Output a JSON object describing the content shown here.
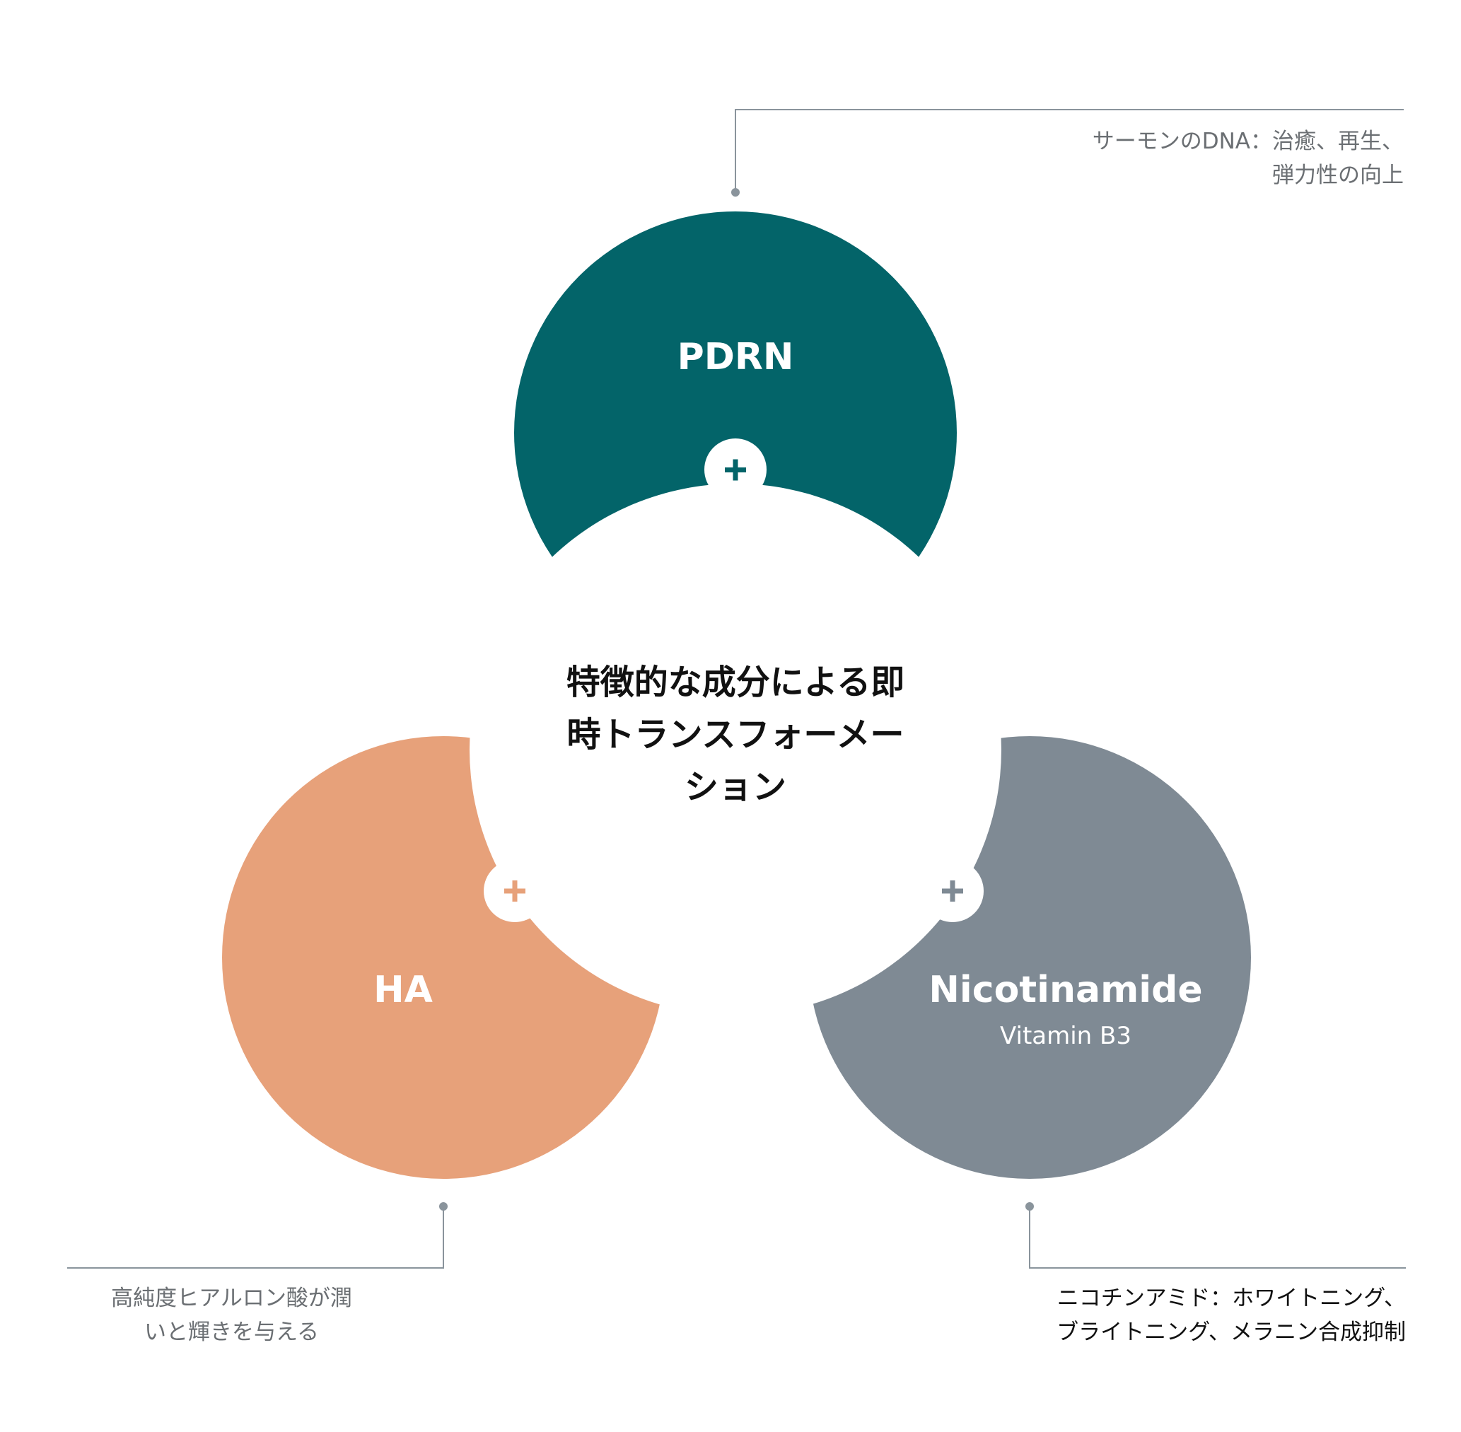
{
  "diagram": {
    "center_title": "特徴的な成分による即時トランスフォーメーション",
    "colors": {
      "pdrn": "#036469",
      "ha": "#e7a17a",
      "nicotinamide": "#7f8a94",
      "connector": "#8a949c",
      "background": "#ffffff"
    },
    "nodes": [
      {
        "key": "pdrn",
        "title": "PDRN",
        "subtitle": "",
        "plus_icon": "plus-icon",
        "description_lines": [
          "サーモンのDNA：治癒、再生、",
          "弾力性の向上"
        ]
      },
      {
        "key": "ha",
        "title": "HA",
        "subtitle": "",
        "plus_icon": "plus-icon",
        "description_lines": [
          "高純度ヒアルロン酸が潤",
          "いと輝きを与える"
        ]
      },
      {
        "key": "nicotinamide",
        "title": "Nicotinamide",
        "subtitle": "Vitamin B3",
        "plus_icon": "plus-icon",
        "description_lines": [
          "ニコチンアミド：ホワイトニング、",
          "ブライトニング、メラニン合成抑制"
        ]
      }
    ]
  }
}
